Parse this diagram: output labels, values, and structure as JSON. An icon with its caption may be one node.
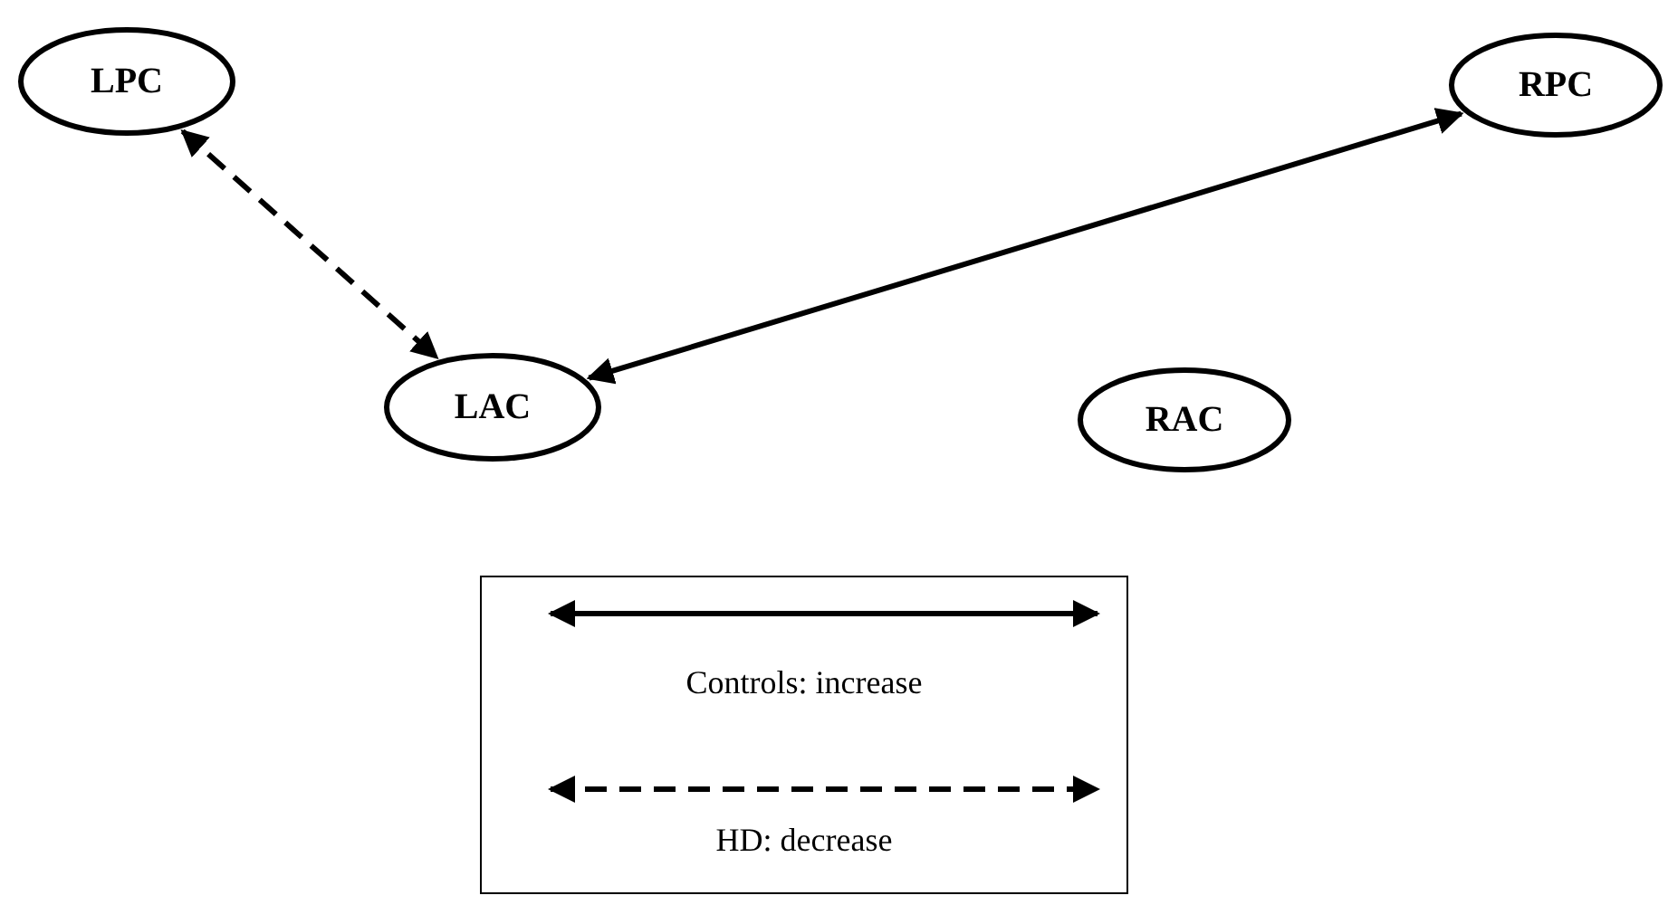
{
  "diagram": {
    "nodes": [
      {
        "text": [
          "LPC"
        ]
      },
      {
        "text": [
          "RPC"
        ]
      },
      {
        "text": [
          "LAC"
        ]
      },
      {
        "text": [
          "RAC"
        ]
      }
    ],
    "edges": [
      {
        "from": 0,
        "to": 2,
        "arrow": "both",
        "style": "dashed"
      },
      {
        "from": 1,
        "to": 2,
        "arrow": "both"
      }
    ],
    "legend": [
      {
        "text": "Controls: increase"
      },
      {
        "text": "HD: decrease"
      }
    ]
  }
}
